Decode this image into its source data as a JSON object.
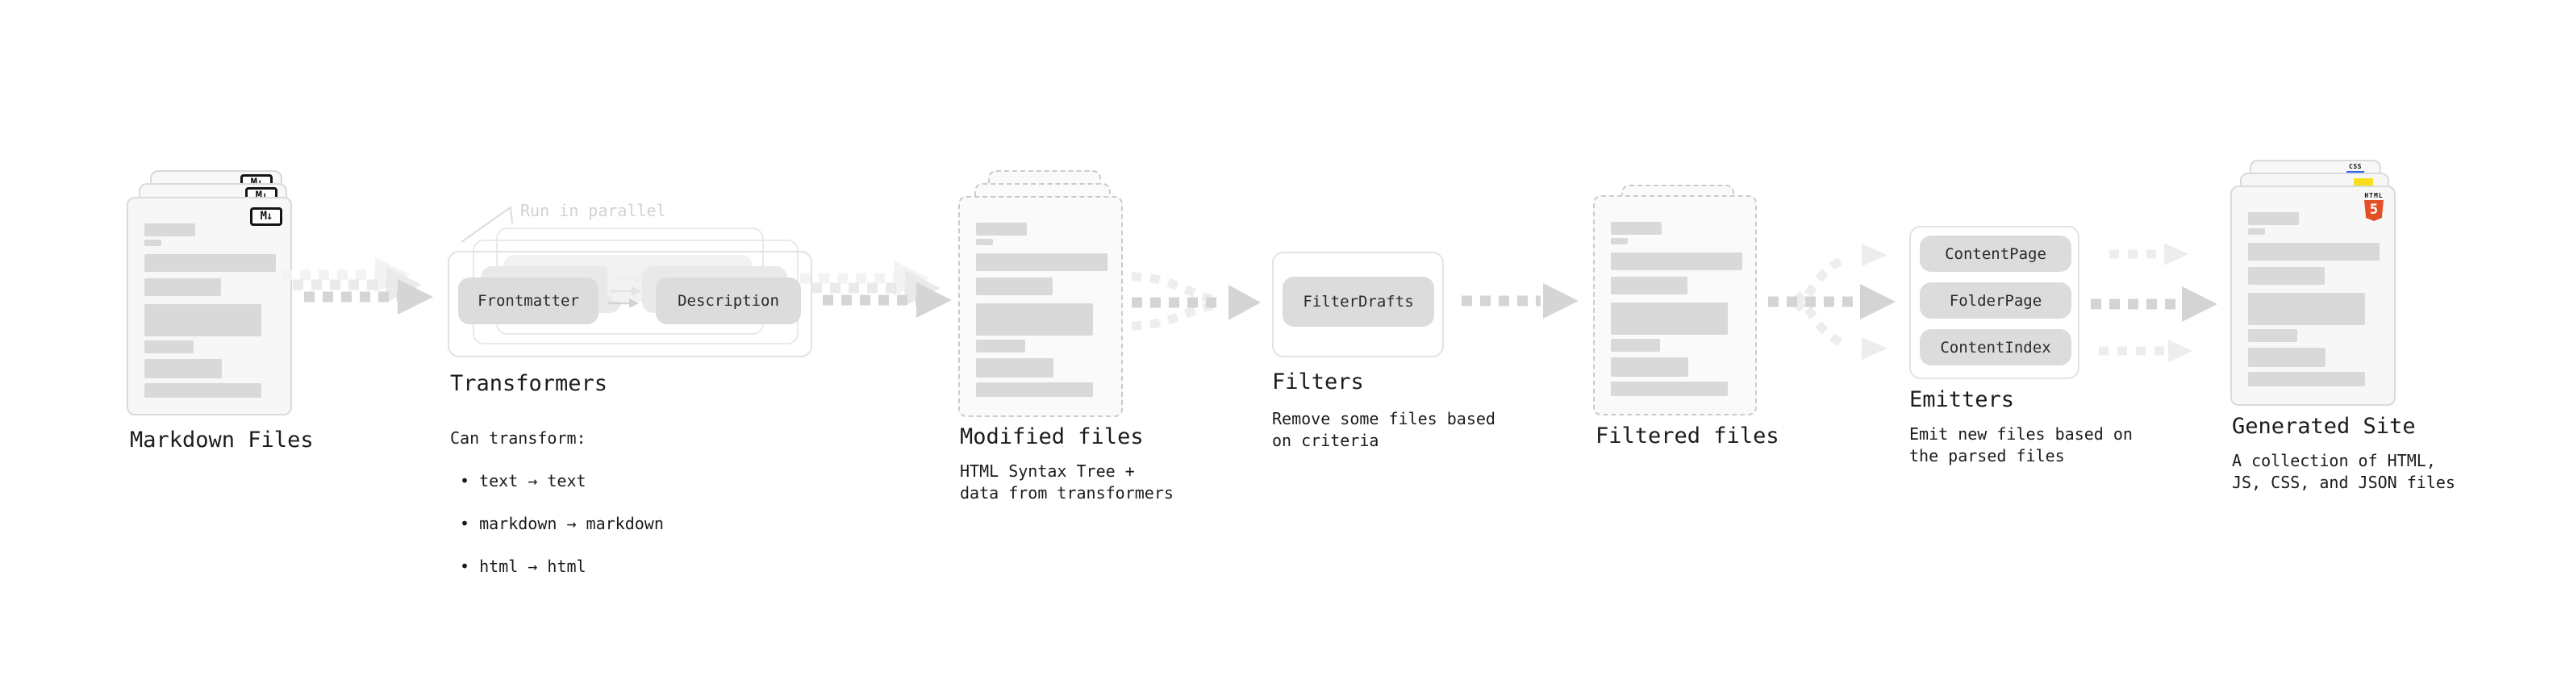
{
  "stages": {
    "markdown_files": {
      "title": "Markdown Files",
      "badge": "M↓"
    },
    "transformers": {
      "annotation": "Run in parallel",
      "pill_left": "Frontmatter",
      "pill_right": "Description",
      "title": "Transformers",
      "desc_heading": "Can transform:",
      "bullets": [
        "• text → text",
        "• markdown → markdown",
        "• html → html"
      ]
    },
    "modified_files": {
      "title": "Modified files",
      "desc": "HTML Syntax Tree +\ndata from transformers"
    },
    "filters": {
      "title": "Filters",
      "pill": "FilterDrafts",
      "desc": "Remove some files based\non criteria"
    },
    "filtered_files": {
      "title": "Filtered files"
    },
    "emitters": {
      "title": "Emitters",
      "pills": [
        "ContentPage",
        "FolderPage",
        "ContentIndex"
      ],
      "desc": "Emit new files based on\nthe parsed files"
    },
    "generated_site": {
      "title": "Generated Site",
      "desc": "A collection of HTML,\nJS, CSS, and JSON files",
      "badge_css": "CSS",
      "badge_html_label": "HTML",
      "badge_html_number": "5"
    }
  },
  "colors": {
    "accent_html5": "#e34f26",
    "accent_js": "#f7df1e",
    "accent_css": "#2965f1",
    "arrow": "#d5d5d5",
    "arrow_faint": "#ededed"
  }
}
